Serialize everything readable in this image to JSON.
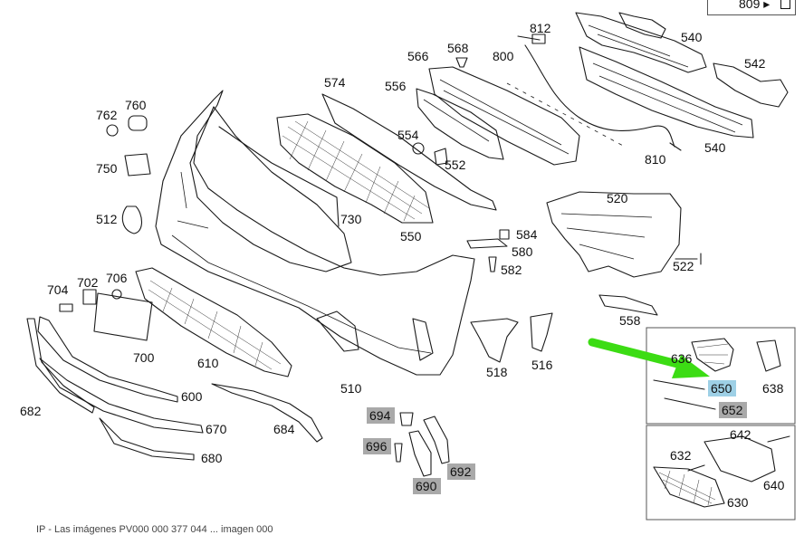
{
  "reference": {
    "label": "809",
    "arrow_icon": "right-triangle-arrow-icon",
    "link_icon": "external-link-icon"
  },
  "callouts": {
    "c540a": "540",
    "c542": "542",
    "c540b": "540",
    "c812": "812",
    "c568": "568",
    "c566": "566",
    "c800": "800",
    "c556": "556",
    "c574": "574",
    "c554": "554",
    "c552": "552",
    "c810": "810",
    "c762": "762",
    "c760": "760",
    "c750": "750",
    "c512": "512",
    "c730": "730",
    "c550": "550",
    "c520": "520",
    "c584": "584",
    "c580": "580",
    "c582": "582",
    "c522": "522",
    "c704": "704",
    "c702": "702",
    "c706": "706",
    "c700": "700",
    "c610": "610",
    "c558": "558",
    "c518": "518",
    "c516": "516",
    "c600": "600",
    "c510": "510",
    "c684": "684",
    "c682": "682",
    "c670": "670",
    "c680": "680",
    "c694": "694",
    "c696": "696",
    "c692": "692",
    "c690": "690",
    "c636": "636",
    "c650": "650",
    "c638": "638",
    "c652": "652",
    "c642": "642",
    "c632": "632",
    "c640": "640",
    "c630": "630"
  },
  "highlights": {
    "selected_part": "650",
    "selected_color": "#9ed0e6",
    "marked_color": "#a9a9a9",
    "marked_parts": [
      "694",
      "696",
      "692",
      "690",
      "652"
    ],
    "pointer_color": "#3cdc14"
  },
  "footer": {
    "text": "IP - Las imágenes PV000 000 377 044 ... imagen 000"
  }
}
